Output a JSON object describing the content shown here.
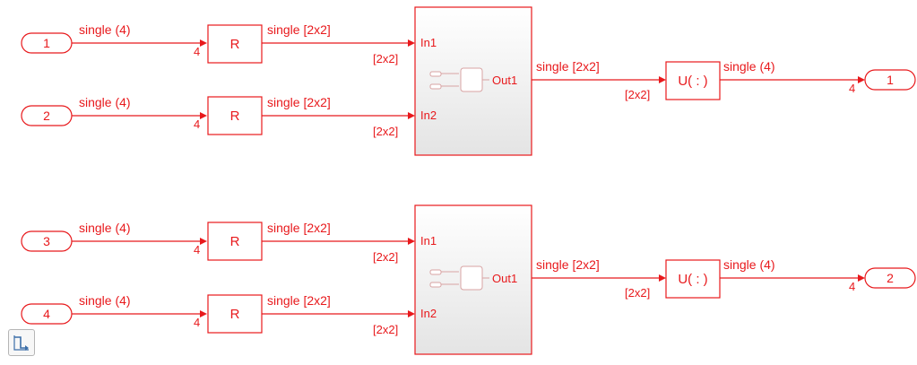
{
  "colors": {
    "signal": "#e8191c",
    "icon": "#3c6ea8"
  },
  "inports": [
    "1",
    "2",
    "3",
    "4"
  ],
  "outports": [
    "1",
    "2"
  ],
  "reshape_label": "R",
  "colon_label": "U( : )",
  "subsystem_inputs": [
    "In1",
    "In2"
  ],
  "subsystem_output": "Out1",
  "signal_in": "single (4)",
  "signal_mid": "single [2x2]",
  "signal_out": "single (4)",
  "dim_width": "4",
  "dim_matrix": "[2x2]",
  "toolbar": {
    "fit_view_icon": "fit-to-view-icon"
  }
}
